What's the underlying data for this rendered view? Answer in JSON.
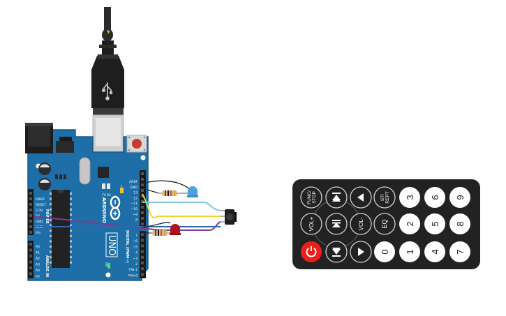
{
  "board": {
    "power_header": [
      "IOREF",
      "RESET",
      "3.3V",
      "5V",
      "GND",
      "GND",
      "Vin"
    ],
    "power_title": "POWER",
    "analog_header": [
      "A0",
      "A1",
      "A2",
      "A3",
      "A4",
      "A5"
    ],
    "analog_title": "ANALOG IN",
    "digital_top": [
      "AREF",
      "GND",
      "13",
      "12",
      "~11",
      "~10",
      "~9",
      "8"
    ],
    "digital_bottom": [
      "7",
      "~6",
      "~5",
      "4",
      "~3",
      "2",
      "TX▸ 1",
      "RX◂ 0"
    ],
    "digital_title": "DIGITAL (PWM~)",
    "model": "UNO",
    "brand": "ARDUINO",
    "led_labels": [
      "TX",
      "RX",
      "L"
    ],
    "on_label": "ON"
  },
  "remote": {
    "buttons": [
      {
        "id": "func-stop",
        "label": "FUNC/\nSTOP",
        "kind": "text"
      },
      {
        "id": "skip-back",
        "label": "",
        "kind": "icon",
        "icon": "skip-back-icon"
      },
      {
        "id": "back",
        "label": "",
        "kind": "icon",
        "icon": "back-icon"
      },
      {
        "id": "st-rept",
        "label": "ST/\nREPT",
        "kind": "text"
      },
      {
        "id": "3",
        "label": "3",
        "kind": "digit"
      },
      {
        "id": "6",
        "label": "6",
        "kind": "digit"
      },
      {
        "id": "9",
        "label": "9",
        "kind": "digit"
      },
      {
        "id": "vol-up",
        "label": "VOL+",
        "kind": "text"
      },
      {
        "id": "play-pause",
        "label": "",
        "kind": "icon",
        "icon": "play-pause-icon"
      },
      {
        "id": "vol-down",
        "label": "VOL-",
        "kind": "text"
      },
      {
        "id": "eq",
        "label": "EQ",
        "kind": "text"
      },
      {
        "id": "2",
        "label": "2",
        "kind": "digit"
      },
      {
        "id": "5",
        "label": "5",
        "kind": "digit"
      },
      {
        "id": "8",
        "label": "8",
        "kind": "digit"
      },
      {
        "id": "power",
        "label": "",
        "kind": "icon",
        "icon": "power-icon"
      },
      {
        "id": "skip-forward",
        "label": "",
        "kind": "icon",
        "icon": "skip-forward-icon"
      },
      {
        "id": "forward",
        "label": "",
        "kind": "icon",
        "icon": "forward-icon"
      },
      {
        "id": "0",
        "label": "0",
        "kind": "digit"
      },
      {
        "id": "1",
        "label": "1",
        "kind": "digit"
      },
      {
        "id": "4",
        "label": "4",
        "kind": "digit"
      },
      {
        "id": "7",
        "label": "7",
        "kind": "digit"
      }
    ]
  },
  "colors": {
    "board": "#1e6fa8",
    "remote": "#222222",
    "power_button": "#e8221b",
    "wire_yellow": "#f2d22b",
    "wire_cyan": "#7fc6d6",
    "wire_purple": "#7a3e8f",
    "wire_blue": "#2f67b0",
    "led_blue": "#4aa3e0",
    "led_red": "#b3121a"
  }
}
